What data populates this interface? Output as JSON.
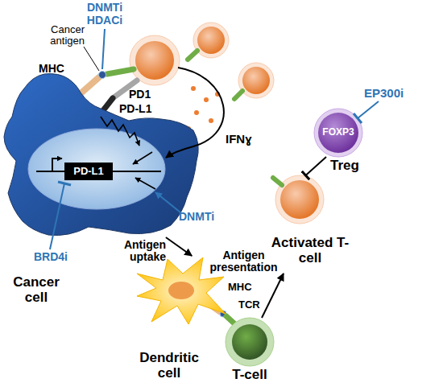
{
  "diagram": {
    "nodes": [
      {
        "text": [
          "Cancer cell"
        ]
      },
      {
        "text": [
          "PD-L1"
        ],
        "in": 0
      },
      {
        "text": [
          "FOXP3",
          "Treg"
        ]
      },
      {
        "text": [
          "Dendritic cell"
        ]
      },
      {
        "text": [
          "T-cell"
        ]
      },
      {
        "text": [
          "Activated T-cell"
        ]
      }
    ],
    "edges": [
      {
        "from": 0,
        "to": 3,
        "label": "Antigen uptake",
        "arrow": "to"
      },
      {
        "from": 4,
        "to": 5,
        "arrow": "to"
      },
      {
        "from": 2,
        "to": 5,
        "arrow": "to"
      }
    ],
    "labels": [
      "DNMTi",
      "HDACi",
      "Cancer antigen",
      "MHC",
      "PD1",
      "PD-L1",
      "IFNɣ",
      "EP300i",
      "DNMTi",
      "BRD4i",
      "Antigen presentation",
      "MHC",
      "TCR"
    ]
  }
}
